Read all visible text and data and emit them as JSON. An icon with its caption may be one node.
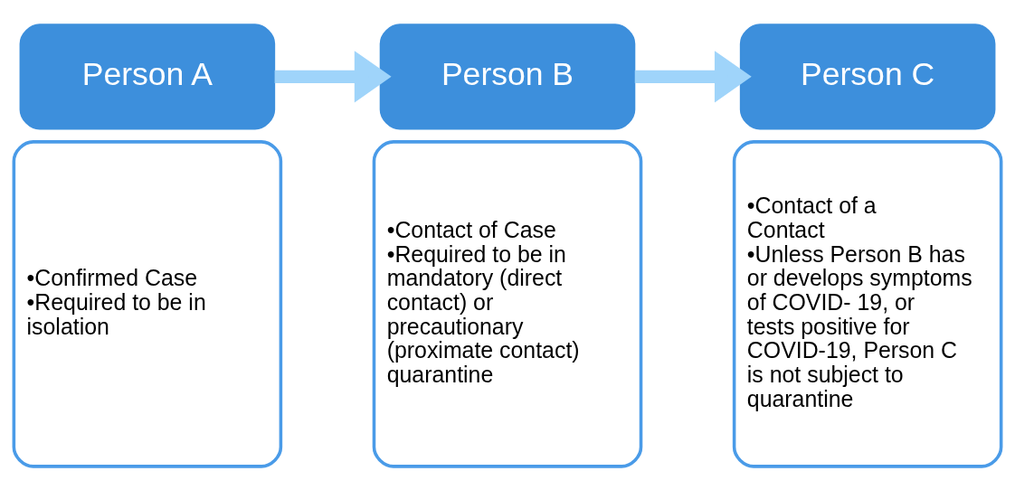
{
  "diagram": {
    "nodes": [
      {
        "text": [
          "Person A"
        ]
      },
      {
        "text": [
          "•Confirmed Case",
          "•Required to be in isolation"
        ]
      },
      {
        "text": [
          "Person B"
        ]
      },
      {
        "text": [
          "•Contact of Case",
          "•Required to be in mandatory (direct contact) or precautionary (proximate contact) quarantine"
        ]
      },
      {
        "text": [
          "Person C"
        ]
      },
      {
        "text": [
          "•Contact of a Contact",
          "•Unless Person B has or develops symptoms of COVID- 19, or tests positive for COVID-19, Person C is not subject to quarantine"
        ]
      }
    ],
    "edges": [
      {
        "from": 0,
        "to": 2,
        "arrow": "to"
      },
      {
        "from": 2,
        "to": 4,
        "arrow": "to"
      }
    ]
  }
}
